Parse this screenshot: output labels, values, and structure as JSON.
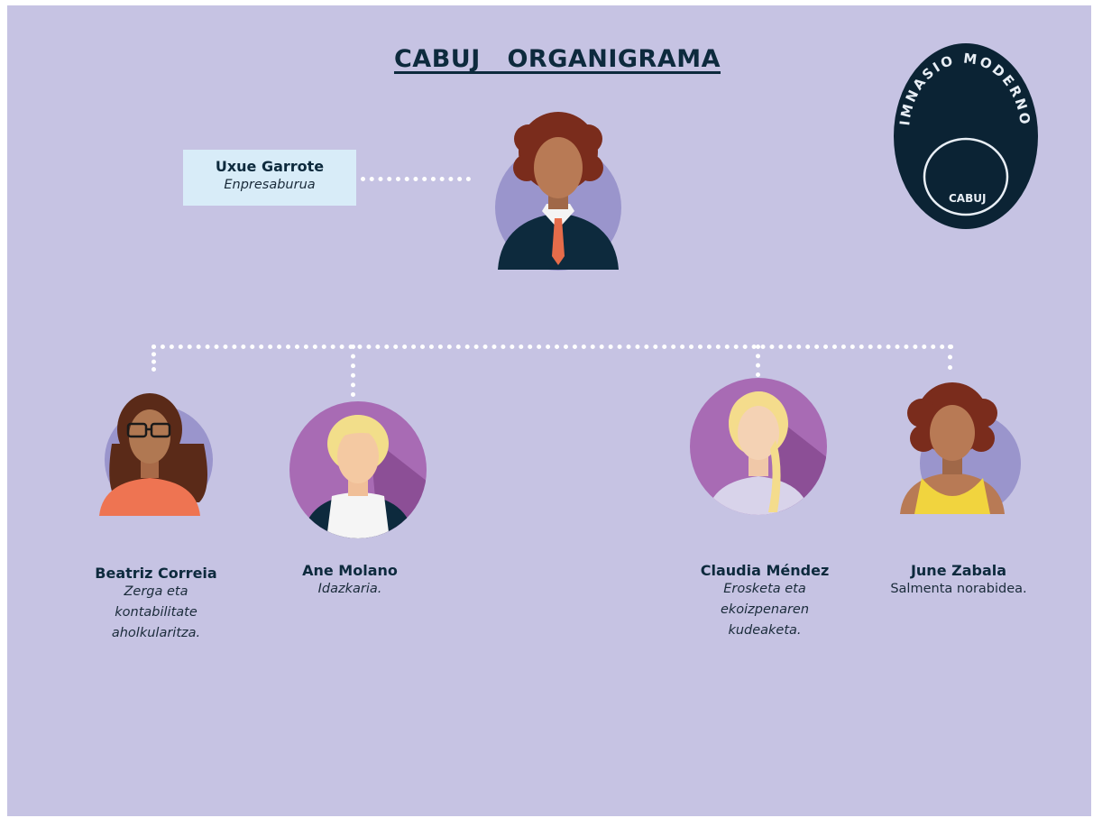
{
  "title": "CABUJ   ORGANIGRAMA",
  "logo": {
    "arc_text": "GIMNASIO MODERNOA",
    "inner_text": "CABUJ",
    "color": "#0b2334"
  },
  "ceo": {
    "name": "Uxue Garrote",
    "role": "Enpresaburua"
  },
  "team": [
    {
      "name": "Beatriz Correia",
      "role_lines": [
        "Zerga eta",
        "kontabilitate",
        "aholkularitza."
      ]
    },
    {
      "name": "Ane Molano",
      "role_lines": [
        "Idazkaria."
      ]
    },
    {
      "name": "Claudia Méndez",
      "role_lines": [
        "Erosketa eta",
        "ekoizpenaren",
        "kudeaketa."
      ]
    },
    {
      "name": "June Zabala",
      "role_lines": [
        "Salmenta norabidea."
      ]
    }
  ],
  "colors": {
    "background": "#c6c3e3",
    "title": "#0d2a3d",
    "ceo_box": "#d8ecf8",
    "connector": "#ffffff",
    "purple_circle": "#a86bb4"
  }
}
